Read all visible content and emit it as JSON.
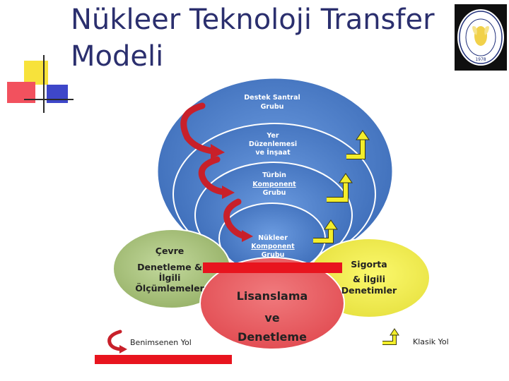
{
  "slide": {
    "title_line1": "Nükleer Teknoloji Transfer",
    "title_line2": "Modeli"
  },
  "logo": {
    "year": "1978"
  },
  "diagram": {
    "ring_outer": [
      "Destek Santral",
      "Grubu"
    ],
    "ring_2": [
      "Yer",
      "Düzenlemesi",
      "ve İnşaat"
    ],
    "ring_3": [
      "Türbin",
      "Komponent",
      "Grubu"
    ],
    "ring_inner": [
      "Nükleer",
      "Komponent",
      "Grubu"
    ],
    "left_circle": [
      "Çevre",
      "Denetleme &",
      "İlgili",
      "Ölçümlemeler"
    ],
    "right_circle": [
      "Sigorta",
      "& İlgili",
      "Denetimler"
    ],
    "bottom_circle": [
      "Lisanslama",
      "ve",
      "Denetleme"
    ]
  },
  "legend": {
    "adopted_path": "Benimsenen Yol",
    "classic_path": "Klasik Yol"
  },
  "colors": {
    "title": "#2b2f6e",
    "blue_ring": "#4a7cc4",
    "green_circle": "#a9c47f",
    "yellow_circle": "#f2ef5a",
    "red_circle": "#e8555a",
    "arrow_red": "#c8202a",
    "arrow_yellow": "#f3ee2b"
  }
}
